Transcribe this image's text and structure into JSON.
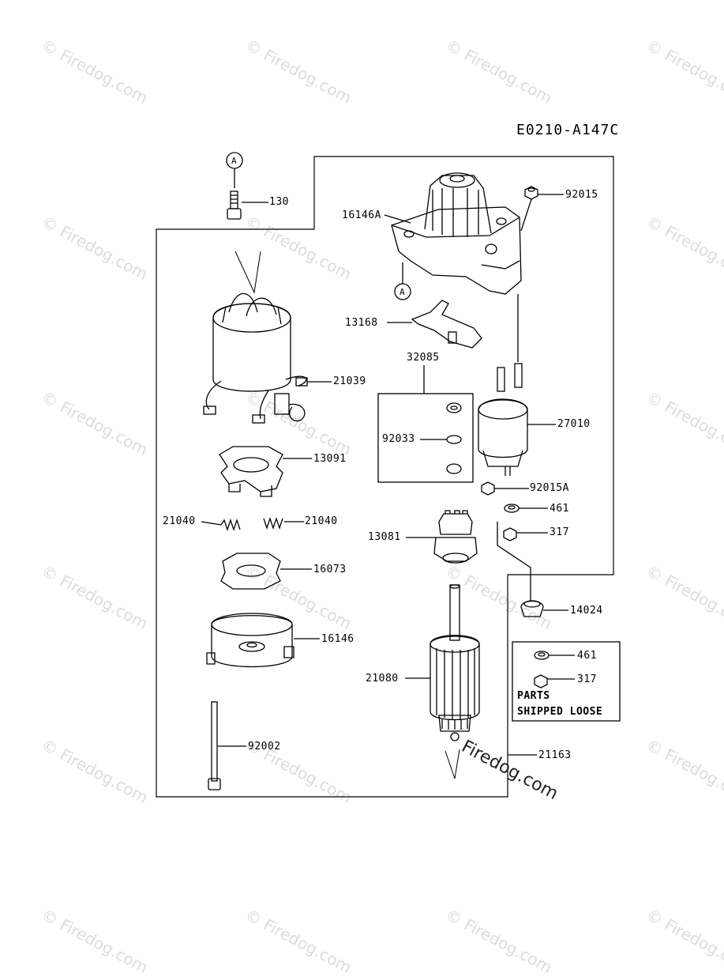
{
  "diagram_code": "E0210-A147C",
  "watermark": "© Firedog.com",
  "center_watermark": "Firedog.com",
  "ref_marker": "A",
  "parts": {
    "p130": "130",
    "p92015": "92015",
    "p16146A": "16146A",
    "p13168": "13168",
    "p21039": "21039",
    "p32085": "32085",
    "p92033": "92033",
    "p27010": "27010",
    "p13091": "13091",
    "p92015A": "92015A",
    "p461": "461",
    "p21040a": "21040",
    "p21040b": "21040",
    "p317": "317",
    "p13081": "13081",
    "p16073": "16073",
    "p14024": "14024",
    "p16146": "16146",
    "p21080": "21080",
    "p92002": "92002",
    "p21163": "21163"
  },
  "loose_box": {
    "item1": "461",
    "item2": "317",
    "note_line1": "PARTS",
    "note_line2": "SHIPPED LOOSE"
  }
}
